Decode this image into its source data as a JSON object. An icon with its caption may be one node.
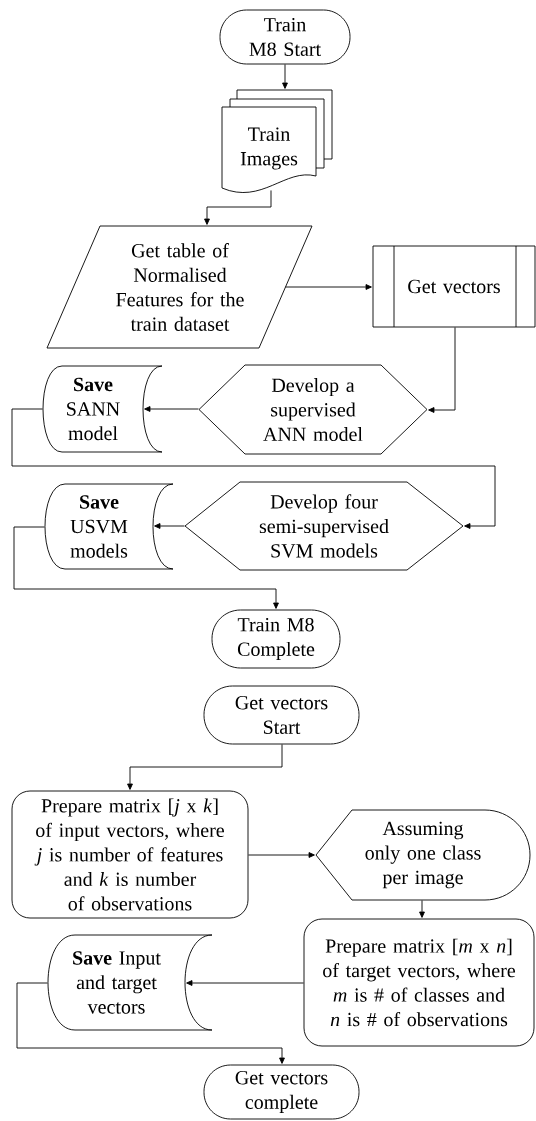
{
  "diagram": {
    "nodes": [
      {
        "text": [
          "Train M8 Start"
        ]
      },
      {
        "text": [
          "Train Images"
        ]
      },
      {
        "text": [
          "Get table of Normalised Features for the train dataset"
        ]
      },
      {
        "text": [
          "Get vectors"
        ]
      },
      {
        "text": [
          "Develop a supervised ANN model"
        ]
      },
      {
        "text": [
          "**Save** SANN model"
        ]
      },
      {
        "text": [
          "Develop four semi-supervised SVM models"
        ]
      },
      {
        "text": [
          "**Save** USVM models"
        ]
      },
      {
        "text": [
          "Train M8 Complete"
        ]
      },
      {
        "text": [
          "Get vectors Start"
        ]
      },
      {
        "text": [
          "Prepare matrix [*j* x *k*] of input vectors, where *j* is number of features and *k* is number of observations"
        ]
      },
      {
        "text": [
          "Assuming only one class per image"
        ]
      },
      {
        "text": [
          "Prepare matrix [*m* x *n*] of target vectors, where *m* is # of classes and *n* is # of observations"
        ]
      },
      {
        "text": [
          "**Save** Input and target vectors"
        ]
      },
      {
        "text": [
          "Get vectors complete"
        ]
      }
    ],
    "edges": [
      {
        "from": 0,
        "to": 1,
        "arrow": "to"
      },
      {
        "from": 1,
        "to": 2,
        "arrow": "to"
      },
      {
        "from": 2,
        "to": 3,
        "arrow": "to"
      },
      {
        "from": 3,
        "to": 4,
        "arrow": "to"
      },
      {
        "from": 4,
        "to": 5,
        "arrow": "to"
      },
      {
        "from": 5,
        "to": 6,
        "arrow": "to"
      },
      {
        "from": 6,
        "to": 7,
        "arrow": "to"
      },
      {
        "from": 7,
        "to": 8,
        "arrow": "to"
      },
      {
        "from": 9,
        "to": 10,
        "arrow": "to"
      },
      {
        "from": 10,
        "to": 11,
        "arrow": "to"
      },
      {
        "from": 11,
        "to": 12,
        "arrow": "to"
      },
      {
        "from": 12,
        "to": 13,
        "arrow": "to"
      },
      {
        "from": 13,
        "to": 14,
        "arrow": "to"
      }
    ]
  }
}
